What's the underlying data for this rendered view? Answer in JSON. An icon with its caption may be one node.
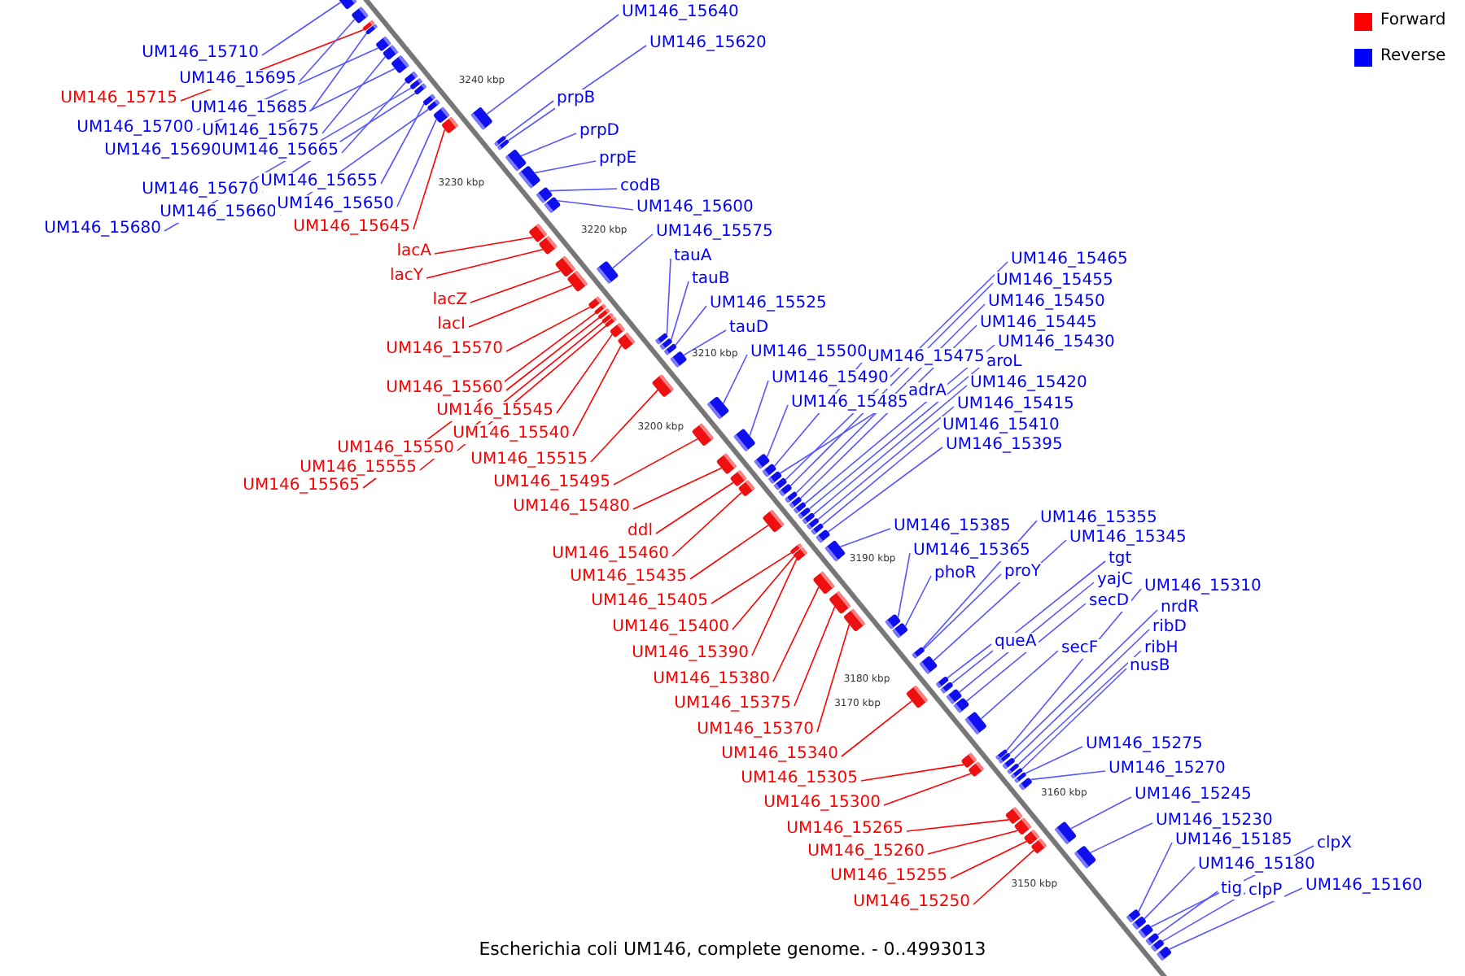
{
  "diagram": {
    "caption": "Escherichia coli UM146, complete genome. - 0..4993013",
    "nodes": [
      {
        "text": [
          "UM146_15710"
        ]
      },
      {
        "text": [
          "UM146_15715"
        ]
      },
      {
        "text": [
          "UM146_15695"
        ]
      },
      {
        "text": [
          "UM146_15685"
        ]
      },
      {
        "text": [
          "UM146_15700"
        ]
      },
      {
        "text": [
          "UM146_15675"
        ]
      },
      {
        "text": [
          "UM146_15690"
        ]
      },
      {
        "text": [
          "UM146_15665"
        ]
      },
      {
        "text": [
          "UM146_15670"
        ]
      },
      {
        "text": [
          "UM146_15655"
        ]
      },
      {
        "text": [
          "UM146_15660"
        ]
      },
      {
        "text": [
          "UM146_15650"
        ]
      },
      {
        "text": [
          "UM146_15680"
        ]
      },
      {
        "text": [
          "UM146_15645"
        ]
      },
      {
        "text": [
          "lacA"
        ]
      },
      {
        "text": [
          "lacY"
        ]
      },
      {
        "text": [
          "lacZ"
        ]
      },
      {
        "text": [
          "lacI"
        ]
      },
      {
        "text": [
          "UM146_15570"
        ]
      },
      {
        "text": [
          "UM146_15560"
        ]
      },
      {
        "text": [
          "UM146_15545"
        ]
      },
      {
        "text": [
          "UM146_15540"
        ]
      },
      {
        "text": [
          "UM146_15550"
        ]
      },
      {
        "text": [
          "UM146_15555"
        ]
      },
      {
        "text": [
          "UM146_15565"
        ]
      },
      {
        "text": [
          "UM146_15515"
        ]
      },
      {
        "text": [
          "UM146_15495"
        ]
      },
      {
        "text": [
          "UM146_15480"
        ]
      },
      {
        "text": [
          "ddl"
        ]
      },
      {
        "text": [
          "UM146_15460"
        ]
      },
      {
        "text": [
          "UM146_15435"
        ]
      },
      {
        "text": [
          "UM146_15405"
        ]
      },
      {
        "text": [
          "UM146_15400"
        ]
      },
      {
        "text": [
          "UM146_15390"
        ]
      },
      {
        "text": [
          "UM146_15380"
        ]
      },
      {
        "text": [
          "UM146_15375"
        ]
      },
      {
        "text": [
          "UM146_15370"
        ]
      },
      {
        "text": [
          "UM146_15340"
        ]
      },
      {
        "text": [
          "UM146_15305"
        ]
      },
      {
        "text": [
          "UM146_15300"
        ]
      },
      {
        "text": [
          "UM146_15265"
        ]
      },
      {
        "text": [
          "UM146_15260"
        ]
      },
      {
        "text": [
          "UM146_15255"
        ]
      },
      {
        "text": [
          "UM146_15250"
        ]
      },
      {
        "text": [
          "UM146_15640"
        ]
      },
      {
        "text": [
          "UM146_15620"
        ]
      },
      {
        "text": [
          "prpB"
        ]
      },
      {
        "text": [
          "prpD"
        ]
      },
      {
        "text": [
          "prpE"
        ]
      },
      {
        "text": [
          "codB"
        ]
      },
      {
        "text": [
          "UM146_15600"
        ]
      },
      {
        "text": [
          "UM146_15575"
        ]
      },
      {
        "text": [
          "tauA"
        ]
      },
      {
        "text": [
          "tauB"
        ]
      },
      {
        "text": [
          "UM146_15525"
        ]
      },
      {
        "text": [
          "tauD"
        ]
      },
      {
        "text": [
          "UM146_15500"
        ]
      },
      {
        "text": [
          "UM146_15490"
        ]
      },
      {
        "text": [
          "UM146_15485"
        ]
      },
      {
        "text": [
          "UM146_15475"
        ]
      },
      {
        "text": [
          "adrA"
        ]
      },
      {
        "text": [
          "UM146_15465"
        ]
      },
      {
        "text": [
          "UM146_15455"
        ]
      },
      {
        "text": [
          "UM146_15450"
        ]
      },
      {
        "text": [
          "UM146_15445"
        ]
      },
      {
        "text": [
          "UM146_15430"
        ]
      },
      {
        "text": [
          "aroL"
        ]
      },
      {
        "text": [
          "UM146_15420"
        ]
      },
      {
        "text": [
          "UM146_15415"
        ]
      },
      {
        "text": [
          "UM146_15410"
        ]
      },
      {
        "text": [
          "UM146_15395"
        ]
      },
      {
        "text": [
          "UM146_15385"
        ]
      },
      {
        "text": [
          "UM146_15365"
        ]
      },
      {
        "text": [
          "phoR"
        ]
      },
      {
        "text": [
          "UM146_15355"
        ]
      },
      {
        "text": [
          "UM146_15345"
        ]
      },
      {
        "text": [
          "proY"
        ]
      },
      {
        "text": [
          "tgt"
        ]
      },
      {
        "text": [
          "yajC"
        ]
      },
      {
        "text": [
          "UM146_15310"
        ]
      },
      {
        "text": [
          "secD"
        ]
      },
      {
        "text": [
          "nrdR"
        ]
      },
      {
        "text": [
          "queA"
        ]
      },
      {
        "text": [
          "ribD"
        ]
      },
      {
        "text": [
          "ribH"
        ]
      },
      {
        "text": [
          "secF"
        ]
      },
      {
        "text": [
          "nusB"
        ]
      },
      {
        "text": [
          "UM146_15275"
        ]
      },
      {
        "text": [
          "UM146_15270"
        ]
      },
      {
        "text": [
          "UM146_15245"
        ]
      },
      {
        "text": [
          "UM146_15230"
        ]
      },
      {
        "text": [
          "UM146_15185"
        ]
      },
      {
        "text": [
          "UM146_15180"
        ]
      },
      {
        "text": [
          "clpX"
        ]
      },
      {
        "text": [
          "tig"
        ]
      },
      {
        "text": [
          "clpP"
        ]
      },
      {
        "text": [
          "UM146_15160"
        ]
      },
      {
        "text": [],
        "shape": "box"
      },
      {
        "text": [],
        "shape": "box"
      },
      {
        "text": [],
        "shape": "box"
      },
      {
        "text": [],
        "shape": "box"
      },
      {
        "text": [],
        "shape": "box"
      },
      {
        "text": [],
        "shape": "box"
      },
      {
        "text": [],
        "shape": "box"
      },
      {
        "text": [],
        "shape": "box"
      },
      {
        "text": [],
        "shape": "box"
      },
      {
        "text": [],
        "shape": "box"
      },
      {
        "text": [],
        "shape": "box"
      },
      {
        "text": [],
        "shape": "box"
      },
      {
        "text": [],
        "shape": "box"
      },
      {
        "text": [],
        "shape": "box"
      },
      {
        "text": [],
        "shape": "box"
      },
      {
        "text": [],
        "shape": "box"
      },
      {
        "text": [],
        "shape": "box"
      },
      {
        "text": [],
        "shape": "box"
      },
      {
        "text": [],
        "shape": "box"
      },
      {
        "text": [],
        "shape": "box"
      },
      {
        "text": [],
        "shape": "box"
      },
      {
        "text": [],
        "shape": "box"
      },
      {
        "text": [],
        "shape": "box"
      },
      {
        "text": [],
        "shape": "box"
      },
      {
        "text": [],
        "shape": "box"
      },
      {
        "text": [],
        "shape": "box"
      },
      {
        "text": [],
        "shape": "box"
      },
      {
        "text": [],
        "shape": "box"
      },
      {
        "text": [],
        "shape": "box"
      },
      {
        "text": [],
        "shape": "box"
      },
      {
        "text": [],
        "shape": "box"
      },
      {
        "text": [],
        "shape": "box"
      },
      {
        "text": [],
        "shape": "box"
      },
      {
        "text": [],
        "shape": "box"
      },
      {
        "text": [],
        "shape": "box"
      },
      {
        "text": [],
        "shape": "box"
      },
      {
        "text": [],
        "shape": "box"
      },
      {
        "text": [],
        "shape": "box"
      },
      {
        "text": [],
        "shape": "box"
      },
      {
        "text": [],
        "shape": "box"
      },
      {
        "text": [],
        "shape": "box"
      },
      {
        "text": [],
        "shape": "box"
      },
      {
        "text": [],
        "shape": "box"
      },
      {
        "text": [],
        "shape": "box"
      },
      {
        "text": [],
        "shape": "box"
      },
      {
        "text": [],
        "shape": "box"
      },
      {
        "text": [],
        "shape": "box"
      },
      {
        "text": [],
        "shape": "box"
      },
      {
        "text": [],
        "shape": "box"
      },
      {
        "text": [],
        "shape": "box"
      },
      {
        "text": [],
        "shape": "box"
      },
      {
        "text": [],
        "shape": "box"
      },
      {
        "text": [],
        "shape": "box"
      },
      {
        "text": [],
        "shape": "box"
      },
      {
        "text": [],
        "shape": "box"
      },
      {
        "text": [],
        "shape": "box"
      },
      {
        "text": [],
        "shape": "box"
      },
      {
        "text": [],
        "shape": "box"
      },
      {
        "text": [],
        "shape": "box"
      },
      {
        "text": [],
        "shape": "box"
      },
      {
        "text": [],
        "shape": "box"
      },
      {
        "text": [],
        "shape": "box"
      },
      {
        "text": [],
        "shape": "box"
      },
      {
        "text": [],
        "shape": "box"
      },
      {
        "text": [],
        "shape": "box"
      },
      {
        "text": [],
        "shape": "box"
      },
      {
        "text": [],
        "shape": "box"
      },
      {
        "text": [],
        "shape": "box"
      },
      {
        "text": [],
        "shape": "box"
      },
      {
        "text": [],
        "shape": "box"
      },
      {
        "text": [],
        "shape": "box"
      },
      {
        "text": [],
        "shape": "box"
      },
      {
        "text": [],
        "shape": "box"
      },
      {
        "text": [],
        "shape": "box"
      },
      {
        "text": [],
        "shape": "box"
      },
      {
        "text": [],
        "shape": "box"
      },
      {
        "text": [],
        "shape": "box"
      },
      {
        "text": [],
        "shape": "box"
      },
      {
        "text": [],
        "shape": "box"
      },
      {
        "text": [],
        "shape": "box"
      },
      {
        "text": [],
        "shape": "box"
      },
      {
        "text": [],
        "shape": "box"
      },
      {
        "text": [],
        "shape": "box"
      },
      {
        "text": [],
        "shape": "box"
      },
      {
        "text": [],
        "shape": "box"
      },
      {
        "text": [],
        "shape": "box"
      },
      {
        "text": [],
        "shape": "box"
      },
      {
        "text": [],
        "shape": "box"
      },
      {
        "text": [],
        "shape": "box"
      },
      {
        "text": [],
        "shape": "box"
      },
      {
        "text": [],
        "shape": "box"
      },
      {
        "text": [],
        "shape": "box"
      },
      {
        "text": [],
        "shape": "box"
      },
      {
        "text": [],
        "shape": "box"
      },
      {
        "text": [],
        "shape": "box"
      },
      {
        "text": [],
        "shape": "box"
      },
      {
        "text": [],
        "shape": "box"
      }
    ],
    "edges": [
      {
        "from": 0,
        "to": 97,
        "arrow": "none"
      },
      {
        "from": 1,
        "to": 98,
        "arrow": "none",
        "color": "#ff0000"
      },
      {
        "from": 2,
        "to": 99,
        "arrow": "none"
      },
      {
        "from": 3,
        "to": 100,
        "arrow": "none"
      },
      {
        "from": 4,
        "to": 101,
        "arrow": "none"
      },
      {
        "from": 5,
        "to": 102,
        "arrow": "none"
      },
      {
        "from": 6,
        "to": 103,
        "arrow": "none"
      },
      {
        "from": 7,
        "to": 104,
        "arrow": "none"
      },
      {
        "from": 8,
        "to": 105,
        "arrow": "none"
      },
      {
        "from": 9,
        "to": 106,
        "arrow": "none"
      },
      {
        "from": 10,
        "to": 107,
        "arrow": "none"
      },
      {
        "from": 11,
        "to": 108,
        "arrow": "none"
      },
      {
        "from": 12,
        "to": 109,
        "arrow": "none"
      },
      {
        "from": 13,
        "to": 110,
        "arrow": "none",
        "color": "#ff0000"
      },
      {
        "from": 14,
        "to": 111,
        "arrow": "none",
        "color": "#ff0000"
      },
      {
        "from": 15,
        "to": 112,
        "arrow": "none",
        "color": "#ff0000"
      },
      {
        "from": 16,
        "to": 113,
        "arrow": "none",
        "color": "#ff0000"
      },
      {
        "from": 17,
        "to": 114,
        "arrow": "none",
        "color": "#ff0000"
      },
      {
        "from": 18,
        "to": 115,
        "arrow": "none",
        "color": "#ff0000"
      },
      {
        "from": 19,
        "to": 116,
        "arrow": "none",
        "color": "#ff0000"
      },
      {
        "from": 20,
        "to": 117,
        "arrow": "none",
        "color": "#ff0000"
      },
      {
        "from": 21,
        "to": 118,
        "arrow": "none",
        "color": "#ff0000"
      },
      {
        "from": 22,
        "to": 119,
        "arrow": "none",
        "color": "#ff0000"
      },
      {
        "from": 23,
        "to": 120,
        "arrow": "none",
        "color": "#ff0000"
      },
      {
        "from": 24,
        "to": 121,
        "arrow": "none",
        "color": "#ff0000"
      },
      {
        "from": 25,
        "to": 122,
        "arrow": "none",
        "color": "#ff0000"
      },
      {
        "from": 26,
        "to": 123,
        "arrow": "none",
        "color": "#ff0000"
      },
      {
        "from": 27,
        "to": 124,
        "arrow": "none",
        "color": "#ff0000"
      },
      {
        "from": 28,
        "to": 125,
        "arrow": "none",
        "color": "#ff0000"
      },
      {
        "from": 29,
        "to": 126,
        "arrow": "none",
        "color": "#ff0000"
      },
      {
        "from": 30,
        "to": 127,
        "arrow": "none",
        "color": "#ff0000"
      },
      {
        "from": 31,
        "to": 128,
        "arrow": "none",
        "color": "#ff0000"
      },
      {
        "from": 32,
        "to": 129,
        "arrow": "none",
        "color": "#ff0000"
      },
      {
        "from": 33,
        "to": 130,
        "arrow": "none",
        "color": "#ff0000"
      },
      {
        "from": 34,
        "to": 131,
        "arrow": "none",
        "color": "#ff0000"
      },
      {
        "from": 35,
        "to": 132,
        "arrow": "none",
        "color": "#ff0000"
      },
      {
        "from": 36,
        "to": 133,
        "arrow": "none",
        "color": "#ff0000"
      },
      {
        "from": 37,
        "to": 134,
        "arrow": "none",
        "color": "#ff0000"
      },
      {
        "from": 38,
        "to": 135,
        "arrow": "none",
        "color": "#ff0000"
      },
      {
        "from": 39,
        "to": 136,
        "arrow": "none",
        "color": "#ff0000"
      },
      {
        "from": 40,
        "to": 137,
        "arrow": "none",
        "color": "#ff0000"
      },
      {
        "from": 41,
        "to": 138,
        "arrow": "none",
        "color": "#ff0000"
      },
      {
        "from": 42,
        "to": 139,
        "arrow": "none",
        "color": "#ff0000"
      },
      {
        "from": 43,
        "to": 140,
        "arrow": "none",
        "color": "#ff0000"
      },
      {
        "from": 44,
        "to": 141,
        "arrow": "none"
      },
      {
        "from": 45,
        "to": 142,
        "arrow": "none"
      },
      {
        "from": 46,
        "to": 143,
        "arrow": "none"
      },
      {
        "from": 47,
        "to": 144,
        "arrow": "none"
      },
      {
        "from": 48,
        "to": 145,
        "arrow": "none"
      },
      {
        "from": 49,
        "to": 146,
        "arrow": "none"
      },
      {
        "from": 50,
        "to": 147,
        "arrow": "none"
      },
      {
        "from": 51,
        "to": 148,
        "arrow": "none"
      },
      {
        "from": 52,
        "to": 149,
        "arrow": "none"
      },
      {
        "from": 53,
        "to": 150,
        "arrow": "none"
      },
      {
        "from": 54,
        "to": 151,
        "arrow": "none"
      },
      {
        "from": 55,
        "to": 152,
        "arrow": "none"
      },
      {
        "from": 56,
        "to": 153,
        "arrow": "none"
      },
      {
        "from": 57,
        "to": 154,
        "arrow": "none"
      },
      {
        "from": 58,
        "to": 155,
        "arrow": "none"
      },
      {
        "from": 59,
        "to": 156,
        "arrow": "none"
      },
      {
        "from": 60,
        "to": 157,
        "arrow": "none"
      },
      {
        "from": 61,
        "to": 158,
        "arrow": "none"
      },
      {
        "from": 62,
        "to": 159,
        "arrow": "none"
      },
      {
        "from": 63,
        "to": 160,
        "arrow": "none"
      },
      {
        "from": 64,
        "to": 161,
        "arrow": "none"
      },
      {
        "from": 65,
        "to": 162,
        "arrow": "none"
      },
      {
        "from": 66,
        "to": 163,
        "arrow": "none"
      },
      {
        "from": 67,
        "to": 164,
        "arrow": "none"
      },
      {
        "from": 68,
        "to": 165,
        "arrow": "none"
      },
      {
        "from": 69,
        "to": 166,
        "arrow": "none"
      },
      {
        "from": 70,
        "to": 167,
        "arrow": "none"
      },
      {
        "from": 71,
        "to": 168,
        "arrow": "none"
      },
      {
        "from": 72,
        "to": 169,
        "arrow": "none"
      },
      {
        "from": 73,
        "to": 170,
        "arrow": "none"
      },
      {
        "from": 74,
        "to": 171,
        "arrow": "none"
      },
      {
        "from": 75,
        "to": 172,
        "arrow": "none"
      },
      {
        "from": 76,
        "to": 173,
        "arrow": "none"
      },
      {
        "from": 77,
        "to": 174,
        "arrow": "none"
      },
      {
        "from": 78,
        "to": 175,
        "arrow": "none"
      },
      {
        "from": 79,
        "to": 176,
        "arrow": "none"
      },
      {
        "from": 80,
        "to": 177,
        "arrow": "none"
      },
      {
        "from": 81,
        "to": 178,
        "arrow": "none"
      },
      {
        "from": 82,
        "to": 179,
        "arrow": "none"
      },
      {
        "from": 83,
        "to": 180,
        "arrow": "none"
      },
      {
        "from": 84,
        "to": 181,
        "arrow": "none"
      },
      {
        "from": 85,
        "to": 182,
        "arrow": "none"
      },
      {
        "from": 86,
        "to": 183,
        "arrow": "none"
      },
      {
        "from": 87,
        "to": 184,
        "arrow": "none"
      },
      {
        "from": 88,
        "to": 185,
        "arrow": "none"
      },
      {
        "from": 89,
        "to": 186,
        "arrow": "none"
      },
      {
        "from": 90,
        "to": 187,
        "arrow": "none"
      },
      {
        "from": 91,
        "to": 188,
        "arrow": "none"
      },
      {
        "from": 92,
        "to": 189,
        "arrow": "none"
      },
      {
        "from": 93,
        "to": 190,
        "arrow": "none"
      },
      {
        "from": 94,
        "to": 191,
        "arrow": "none"
      },
      {
        "from": 95,
        "to": 192,
        "arrow": "none"
      },
      {
        "from": 96,
        "to": 193,
        "arrow": "none"
      }
    ],
    "labels": [
      "3240 kbp",
      "3230 kbp",
      "3220 kbp",
      "3210 kbp",
      "3200 kbp",
      "3190 kbp",
      "3180 kbp",
      "3170 kbp",
      "3160 kbp",
      "3150 kbp"
    ],
    "legend": [
      {
        "text": "Forward",
        "color": "#ff0000"
      },
      {
        "text": "Reverse",
        "color": "#0000ff"
      }
    ]
  }
}
